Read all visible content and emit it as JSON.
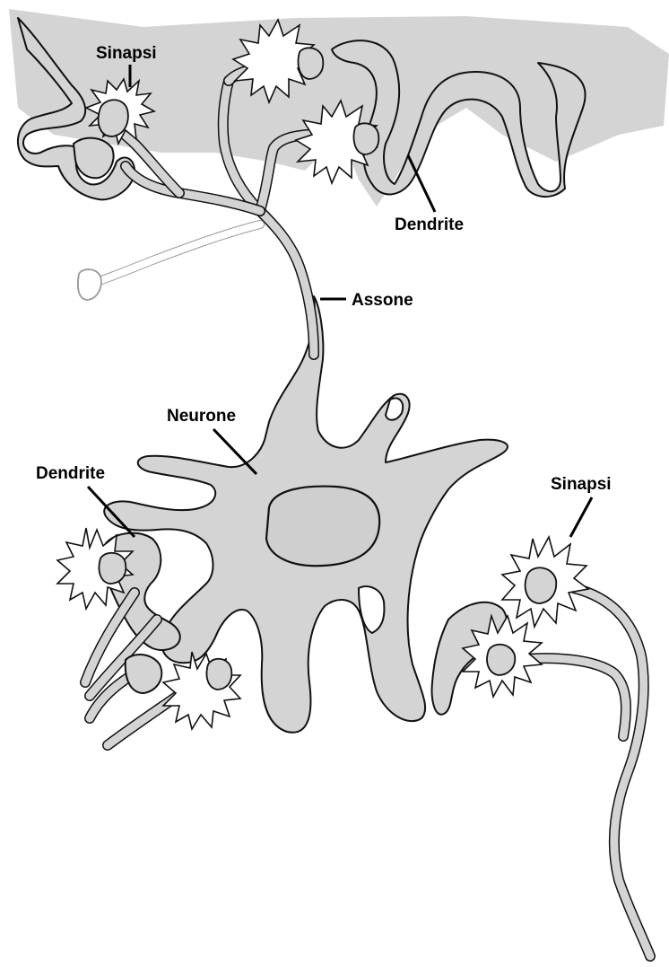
{
  "labels": {
    "sinapsi_top": "Sinapsi",
    "dendrite_top": "Dendrite",
    "assone": "Assone",
    "neurone": "Neurone",
    "dendrite_left": "Dendrite",
    "sinapsi_right": "Sinapsi"
  },
  "colors": {
    "cell_fill": "#d4d4d4",
    "outline": "#111111",
    "synapse_fill": "#ffffff",
    "nucleus_fill": "#cfcfcf"
  }
}
